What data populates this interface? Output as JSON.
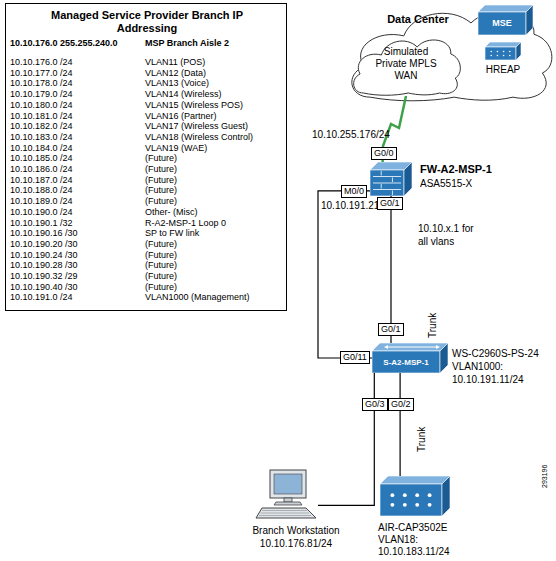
{
  "diagram": {
    "nodes": [
      {
        "text": [
          "Managed Service Provider Branch IP Addressing"
        ]
      },
      {
        "text": [
          "Data Center"
        ]
      },
      {
        "text": [
          "Simulated Private MPLS WAN"
        ],
        "in": 1
      },
      {
        "text": [
          "MSE"
        ],
        "in": 1
      },
      {
        "text": [
          "HREAP"
        ],
        "in": 1
      },
      {
        "text": [
          "FW-A2-MSP-1",
          "ASA5515-X"
        ]
      },
      {
        "text": [
          "S-A2-MSP-1",
          "WS-C2960S-PS-24 VLAN1000: 10.10.191.11/24"
        ]
      },
      {
        "text": [
          "Branch Workstation 10.10.176.81/24"
        ]
      },
      {
        "text": [
          "AIR-CAP3502E VLAN18: 10.10.183.11/24"
        ]
      }
    ],
    "edges": [
      {
        "from": 5,
        "to": 2,
        "arrow": "none"
      },
      {
        "from": 5,
        "to": 6,
        "label": "Trunk",
        "arrow": "none"
      },
      {
        "from": 5,
        "to": 6,
        "arrow": "none"
      },
      {
        "from": 6,
        "to": 7,
        "arrow": "none"
      },
      {
        "from": 6,
        "to": 8,
        "label": "Trunk",
        "arrow": "none"
      }
    ],
    "labels": [
      "10.10.176.0 255.255.240.0",
      "MSP Branch Aisle 2",
      "10.10.176.0 /24",
      "VLAN11 (POS)",
      "10.10.177.0 /24",
      "VLAN12 (Data)",
      "10.10.178.0 /24",
      "VLAN13 (Voice)",
      "10.10.179.0 /24",
      "VLAN14 (Wireless)",
      "10.10.180.0 /24",
      "VLAN15 (Wireless POS)",
      "10.10.181.0 /24",
      "VLAN16 (Partner)",
      "10.10.182.0 /24",
      "VLAN17 (Wireless Guest)",
      "10.10.183.0 /24",
      "VLAN18 (Wireless Control)",
      "10.10.184.0 /24",
      "VLAN19 (WAE)",
      "10.10.185.0 /24",
      "(Future)",
      "10.10.186.0 /24",
      "(Future)",
      "10.10.187.0 /24",
      "(Future)",
      "10.10.188.0 /24",
      "(Future)",
      "10.10.189.0 /24",
      "(Future)",
      "10.10.190.0 /24",
      "Other- (Misc)",
      "10.10.190.1 /32",
      "R-A2-MSP-1 Loop 0",
      "10.10.190.16 /30",
      "SP to FW link",
      "10.10.190.20 /30",
      "(Future)",
      "10.10.190.24 /30",
      "(Future)",
      "10.10.190.28 /30",
      "(Future)",
      "10.10.190.32 /29",
      "(Future)",
      "10.10.190.40 /30",
      "(Future)",
      "10.10.191.0 /24",
      "VLAN1000 (Management)",
      "10.10.255.176/24",
      "G0/0",
      "M0/0",
      "10.10.191.21",
      "G0/1",
      "10.10.x.1 for all vlans",
      "G0/1",
      "G0/11",
      "G0/3",
      "G0/2",
      "293196"
    ]
  }
}
